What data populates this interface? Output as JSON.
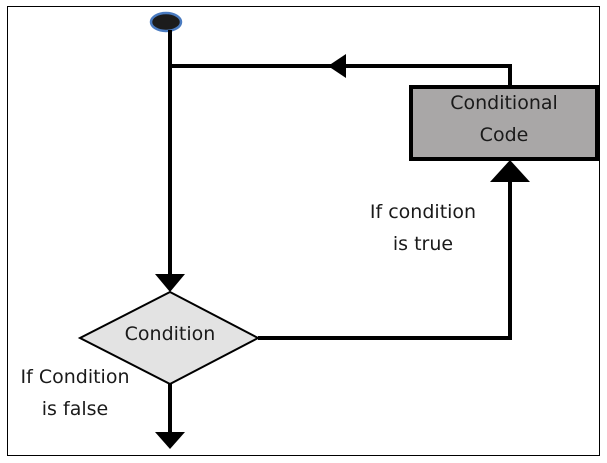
{
  "nodes": {
    "process": {
      "line1": "Conditional",
      "line2": "Code",
      "fill": "#a9a7a7"
    },
    "decision": {
      "label": "Condition",
      "fill": "#e3e3e3"
    }
  },
  "edges": {
    "true_label": {
      "line1": "If condition",
      "line2": "is true"
    },
    "false_label": {
      "line1": "If Condition",
      "line2": "is false"
    }
  },
  "colors": {
    "line": "#000000",
    "start_node": "#1c1c1c",
    "start_node_ring": "#4a7bc0",
    "frame": "#000000"
  }
}
